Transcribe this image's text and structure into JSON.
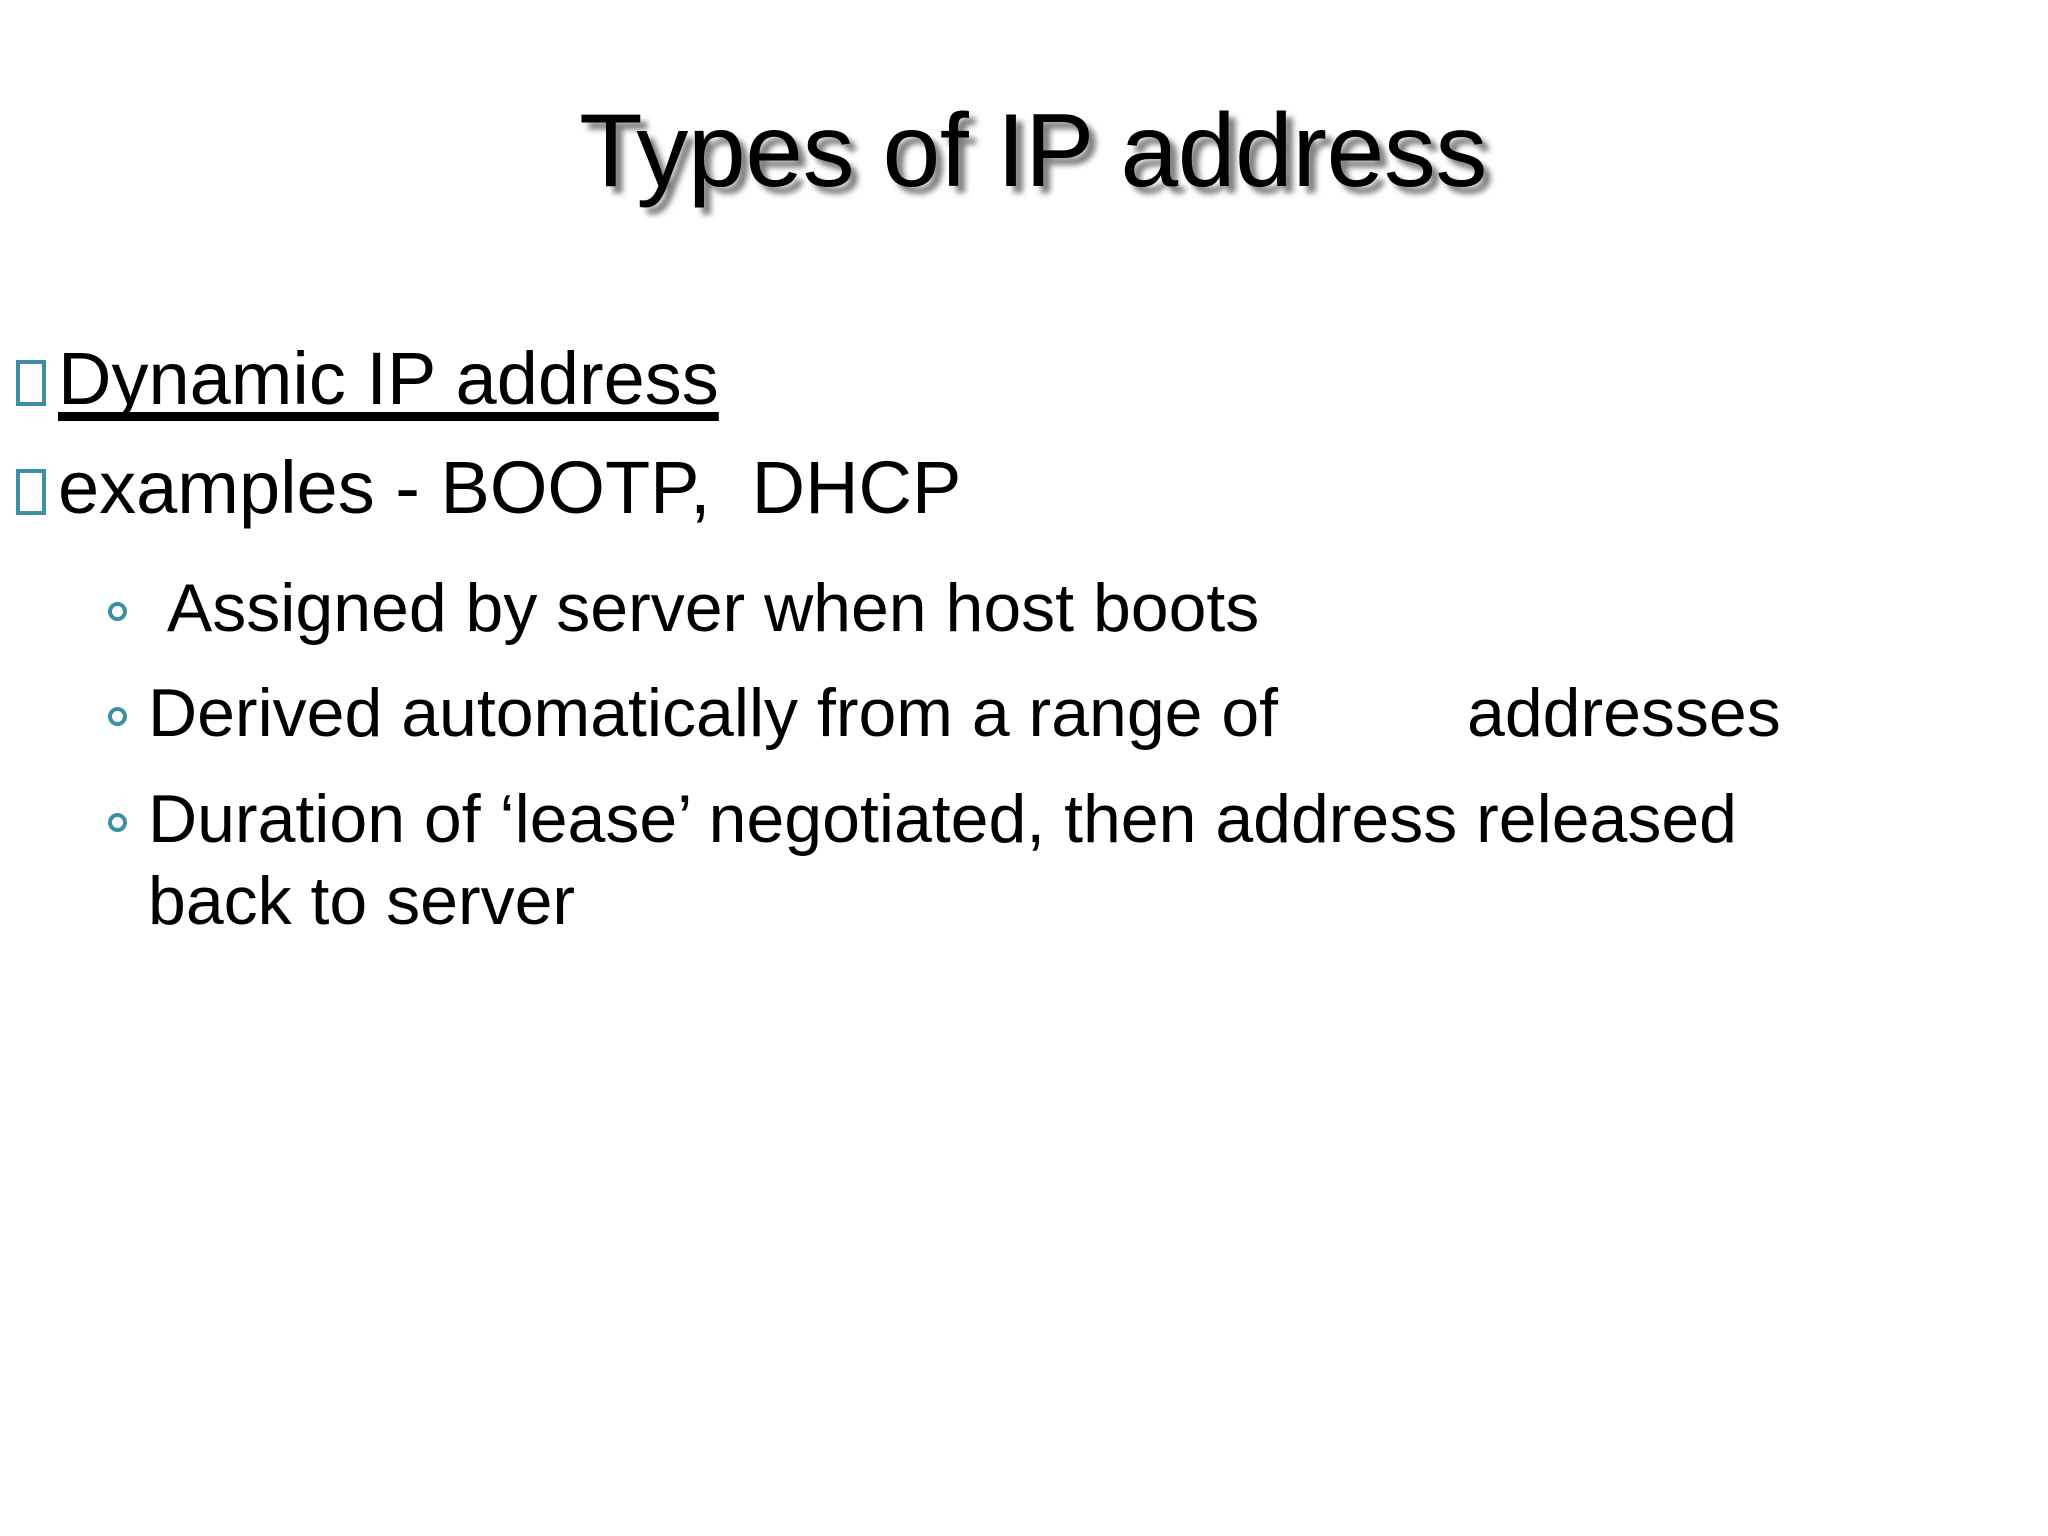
{
  "slide": {
    "background_color": "#ffffff",
    "title": "Types of IP address",
    "title_shadow_color": "#5a5a5a",
    "bullet_accent_color": "#3e8fa6",
    "text_color": "#000000",
    "bullets": [
      {
        "level": 1,
        "marker": "tofu-box-glyph",
        "underlined": true,
        "text": "Dynamic IP address"
      },
      {
        "level": 1,
        "marker": "tofu-box-glyph",
        "underlined": false,
        "text": "examples - BOOTP,  DHCP"
      },
      {
        "level": 2,
        "marker": "hollow-circle",
        "underlined": false,
        "text": " Assigned by server when host boots"
      },
      {
        "level": 2,
        "marker": "hollow-circle",
        "underlined": false,
        "text": "Derived automatically from a range of          addresses"
      },
      {
        "level": 2,
        "marker": "hollow-circle",
        "underlined": false,
        "text": "Duration of ‘lease’ negotiated, then address released back to server"
      }
    ]
  }
}
